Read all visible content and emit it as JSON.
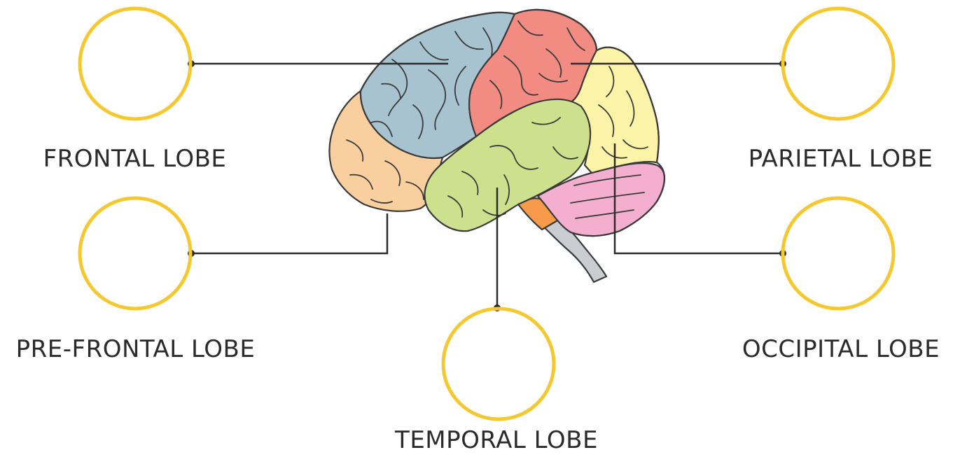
{
  "labels": {
    "frontal": "FRONTAL LOBE",
    "parietal": "PARIETAL LOBE",
    "prefrontal": "PRE-FRONTAL LOBE",
    "occipital": "OCCIPITAL LOBE",
    "temporal": "TEMPORAL LOBE"
  },
  "colors": {
    "circle_outline": "#f5c830",
    "connector": "#2b2b2b",
    "outline": "#3a3a3a",
    "frontal": "#a8c3d0",
    "parietal": "#f28b82",
    "occipital": "#fbf3a8",
    "temporal": "#cde08d",
    "prefrontal": "#f9cf9f",
    "cerebellum": "#f4afd0",
    "pons": "#f79b4a",
    "brainstem": "#c9cdd2",
    "text": "#2b2b2b"
  }
}
